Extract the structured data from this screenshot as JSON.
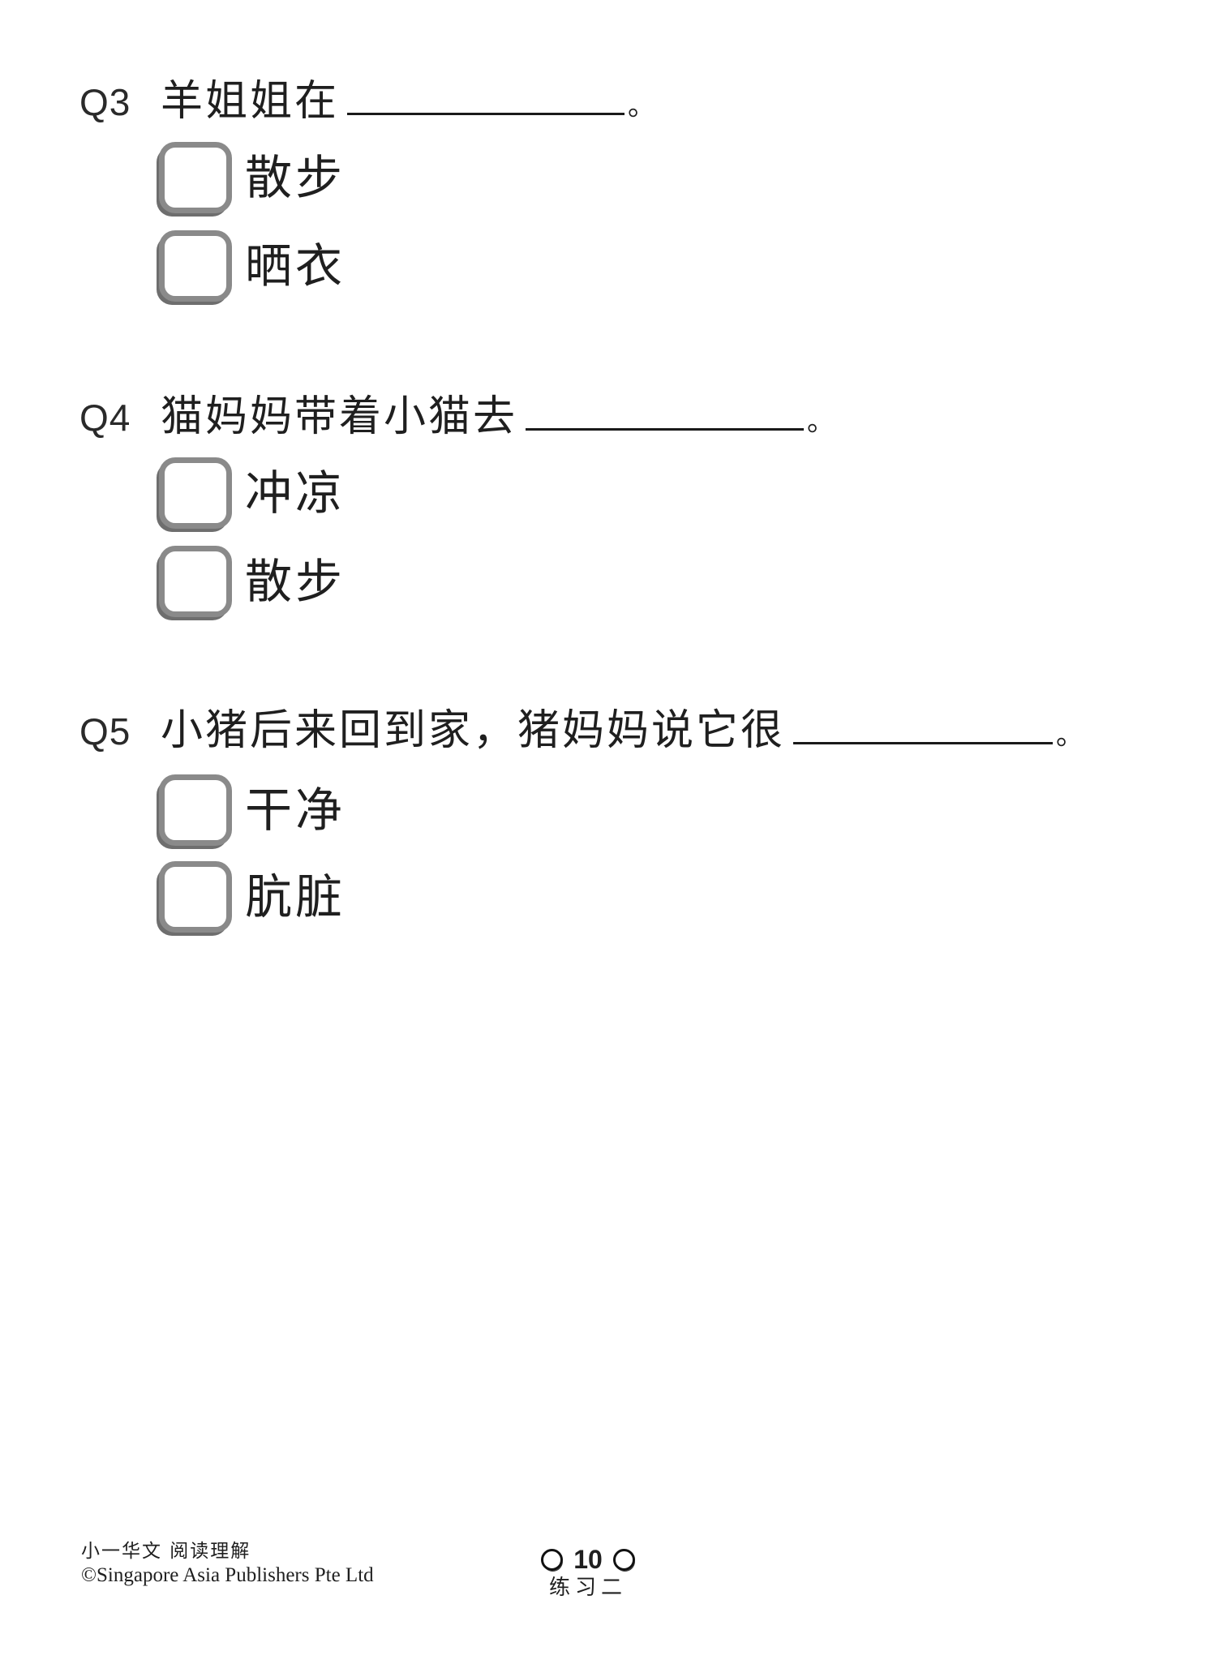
{
  "symbols": {
    "period": "。"
  },
  "questions": [
    {
      "label": "Q3",
      "text": "羊姐姐在",
      "options": [
        {
          "label": "散步"
        },
        {
          "label": "晒衣"
        }
      ]
    },
    {
      "label": "Q4",
      "text": "猫妈妈带着小猫去",
      "options": [
        {
          "label": "冲凉"
        },
        {
          "label": "散步"
        }
      ]
    },
    {
      "label": "Q5",
      "text": "小猪后来回到家，猪妈妈说它很",
      "options": [
        {
          "label": "干净"
        },
        {
          "label": "肮脏"
        }
      ]
    }
  ],
  "footer": {
    "series_title": "小一华文 阅读理解",
    "copyright": "©Singapore Asia Publishers Pte Ltd",
    "page_number": "10",
    "exercise_label": "练习二"
  },
  "colors": {
    "ink": "#1f1f1f",
    "checkbox_border": "#8a8a8a",
    "checkbox_shadow": "#6e6e6e",
    "blank_line": "#1a1a1a"
  }
}
